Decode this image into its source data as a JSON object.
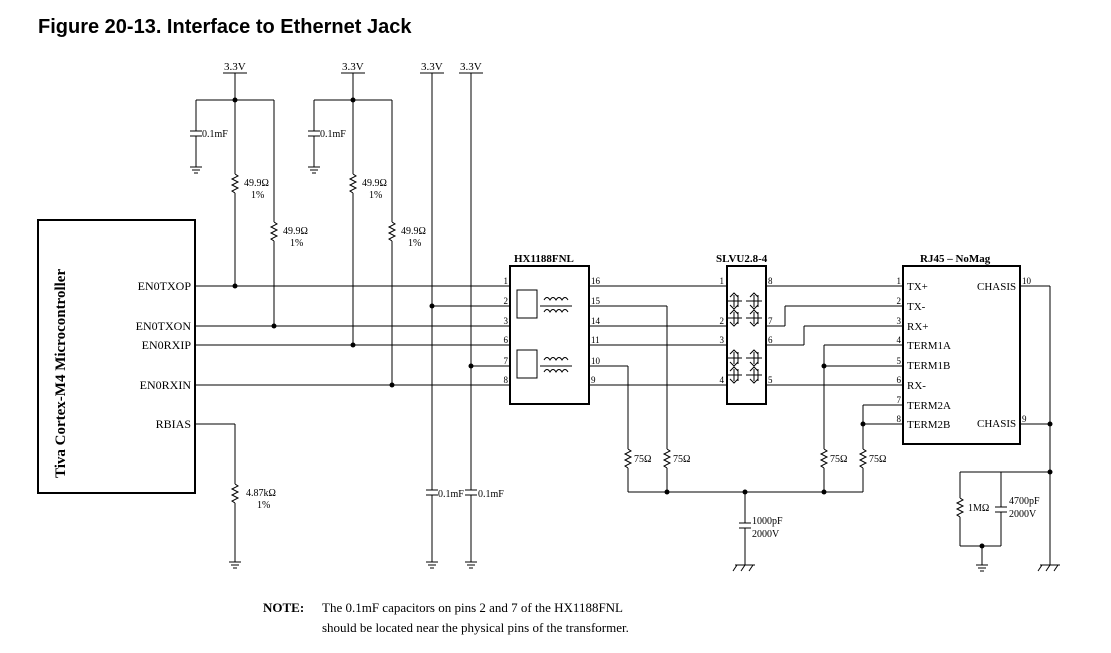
{
  "title": "Figure 20-13. Interface to Ethernet Jack",
  "supplies": [
    "3.3V",
    "3.3V",
    "3.3V",
    "3.3V"
  ],
  "mcu": {
    "label": "Tiva Cortex-M4 Microcontroller",
    "pins": [
      "EN0TXOP",
      "EN0TXON",
      "EN0RXIP",
      "EN0RXIN",
      "RBIAS"
    ]
  },
  "components": {
    "cap_01mf": "0.1mF",
    "res_499": "49.9Ω",
    "tol_1": "1%",
    "res_rbias": "4.87kΩ",
    "res_75": "75Ω",
    "cap_1000pf": "1000pF",
    "cap_4700pf": "4700pF",
    "volt_2000": "2000V",
    "res_1m": "1MΩ"
  },
  "transformer": {
    "name": "HX1188FNL",
    "left_pins": [
      "1",
      "2",
      "3",
      "6",
      "7",
      "8"
    ],
    "right_pins": [
      "16",
      "15",
      "14",
      "11",
      "10",
      "9"
    ]
  },
  "tvs": {
    "name": "SLVU2.8-4",
    "left_pins": [
      "1",
      "2",
      "3",
      "4"
    ],
    "right_pins": [
      "8",
      "7",
      "6",
      "5"
    ]
  },
  "rj45": {
    "name": "RJ45 – NoMag",
    "pins": [
      "1",
      "2",
      "3",
      "4",
      "5",
      "6",
      "7",
      "8"
    ],
    "labels": [
      "TX+",
      "TX-",
      "RX+",
      "TERM1A",
      "TERM1B",
      "RX-",
      "TERM2A",
      "TERM2B"
    ],
    "chasis": "CHASIS",
    "chasis_pins": [
      "10",
      "9"
    ]
  },
  "note": {
    "label": "NOTE:",
    "line1": "The 0.1mF capacitors on pins 2 and 7 of the HX1188FNL",
    "line2": "should be located near the physical pins of the transformer."
  }
}
